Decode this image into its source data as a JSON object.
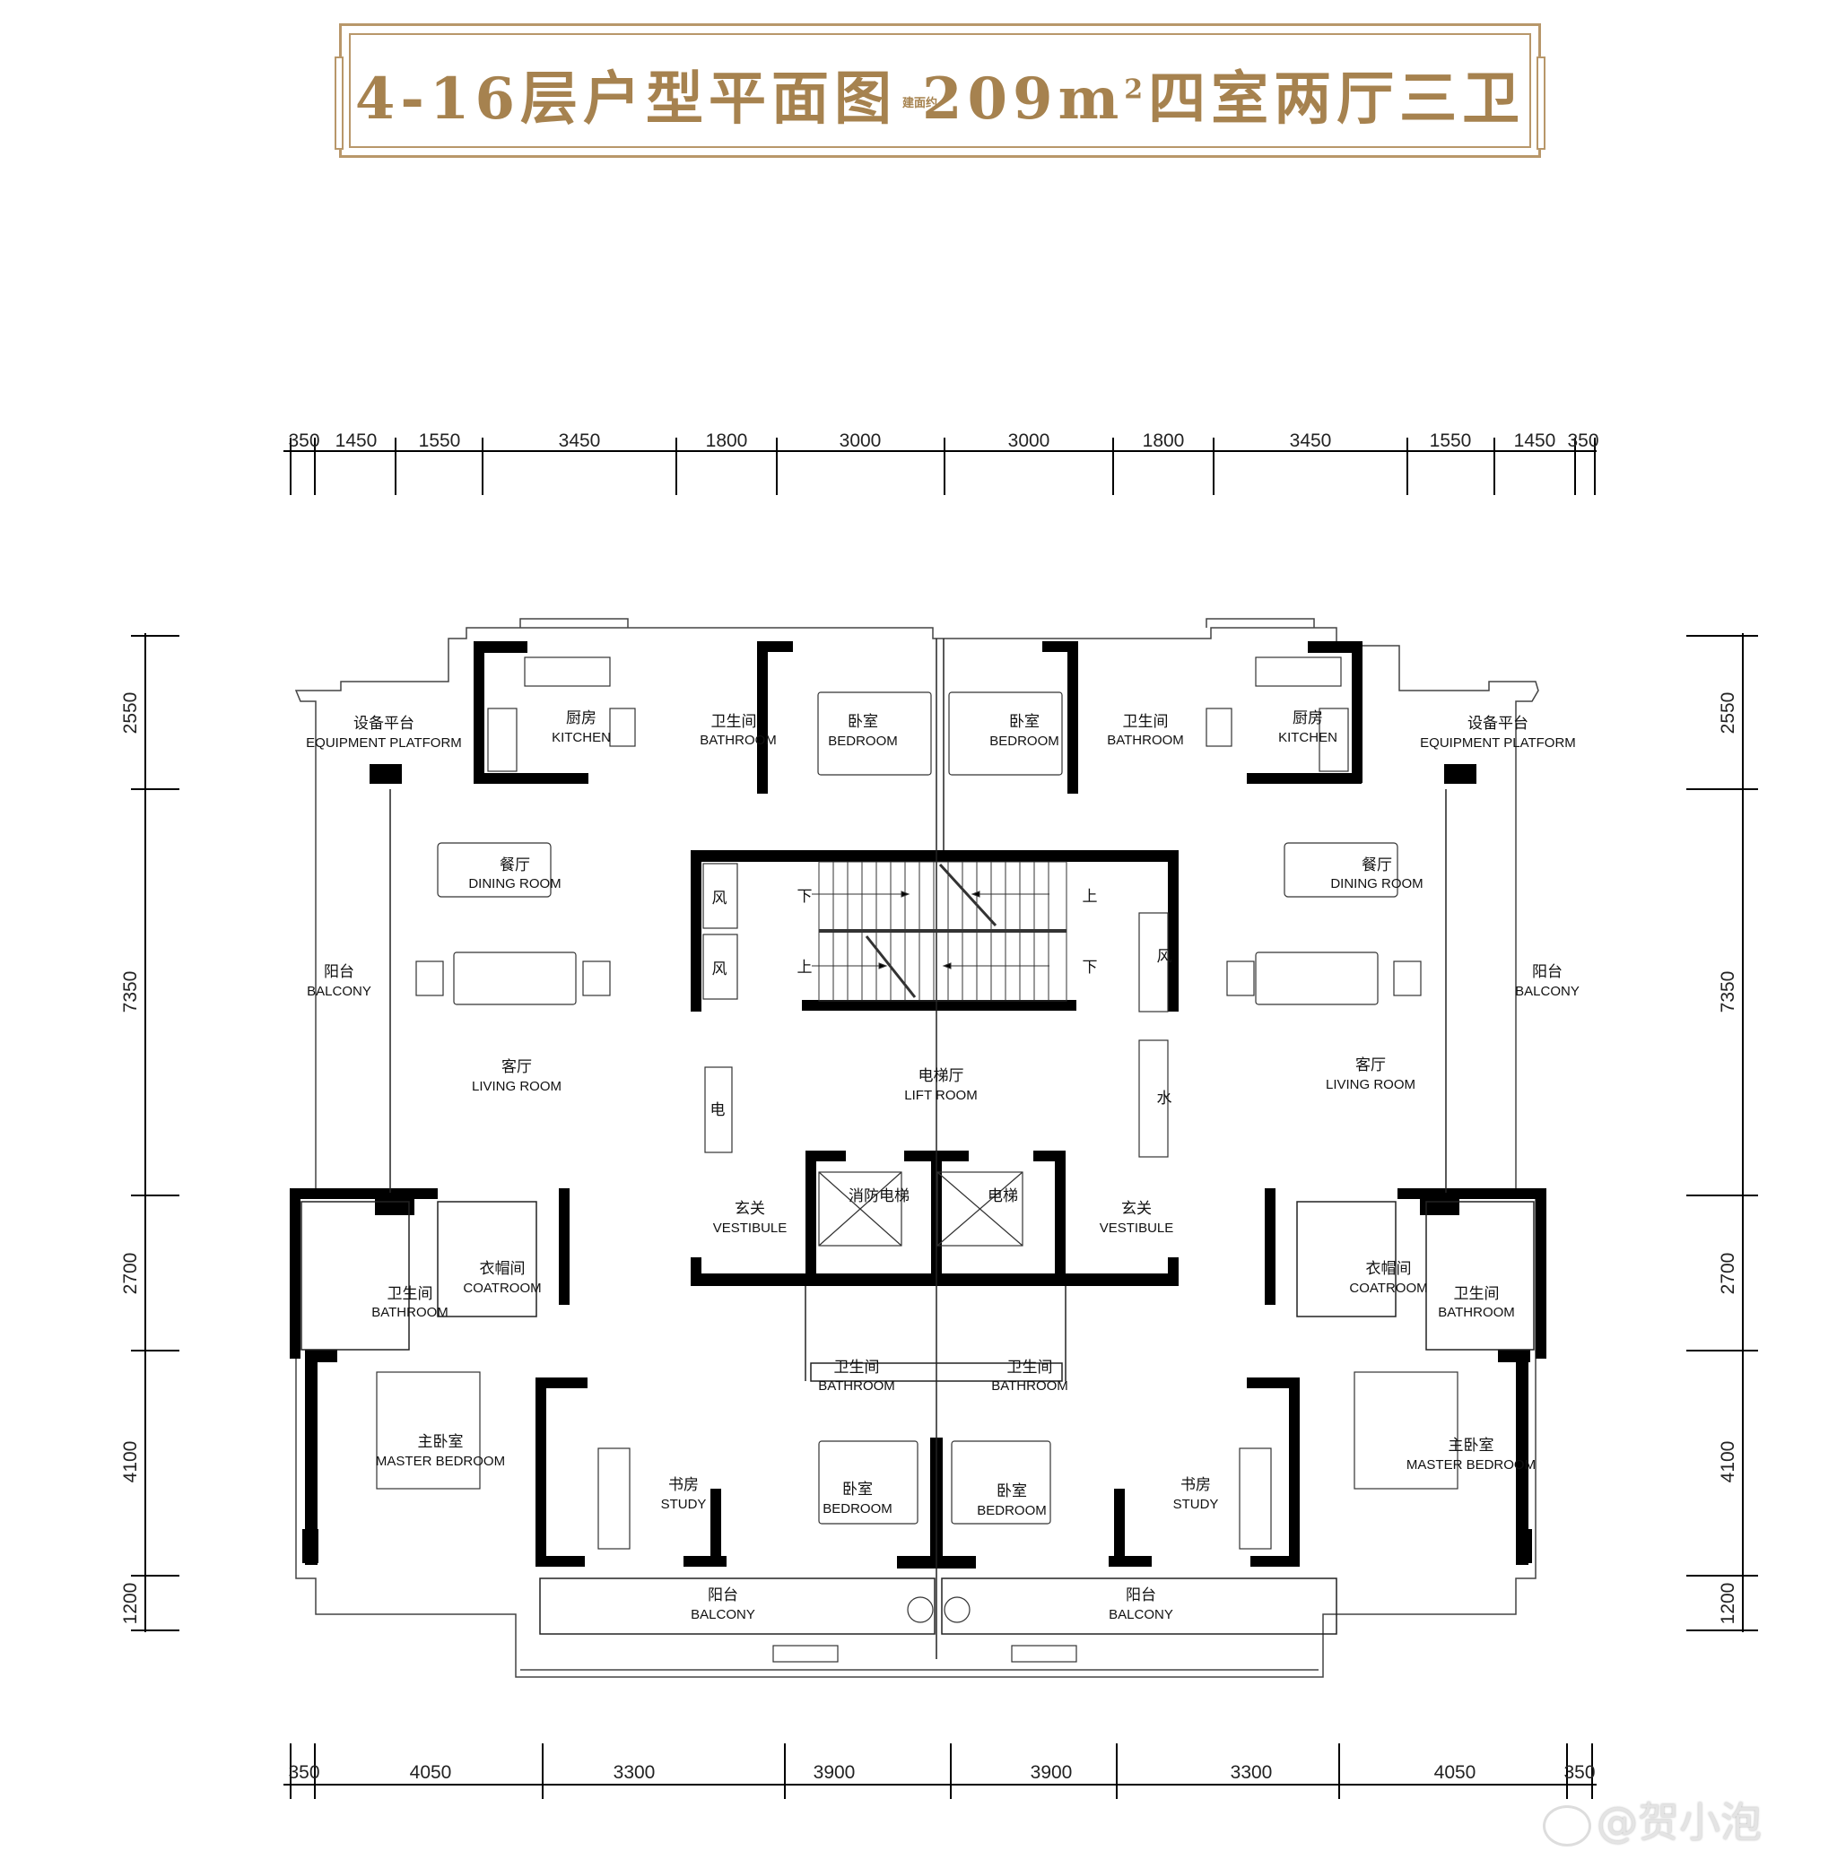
{
  "title": {
    "floors": "4-16层户型平面图",
    "area_prefix": "建面约",
    "area": "209m",
    "area_sup": "2",
    "layout": "四室两厅三卫"
  },
  "colors": {
    "accent_gold": "#a6824f",
    "frame_gold": "#b8976a",
    "wall": "#000000",
    "line": "#333333"
  },
  "dimensions": {
    "top": [
      "350",
      "1450",
      "1550",
      "3450",
      "1800",
      "3000",
      "3000",
      "1800",
      "3450",
      "1550",
      "1450",
      "350"
    ],
    "bottom": [
      "350",
      "4050",
      "3300",
      "3900",
      "3900",
      "3300",
      "4050",
      "350"
    ],
    "left": [
      "2550",
      "7350",
      "2700",
      "4100",
      "1200"
    ],
    "right": [
      "2550",
      "7350",
      "2700",
      "4100",
      "1200"
    ]
  },
  "rooms": {
    "equip_l": {
      "cn": "设备平台",
      "en": "EQUIPMENT  PLATFORM"
    },
    "kitchen_l": {
      "cn": "厨房",
      "en": "KITCHEN"
    },
    "bath_top_l": {
      "cn": "卫生间",
      "en": "BATHROOM"
    },
    "bed_top_l": {
      "cn": "卧室",
      "en": "BEDROOM"
    },
    "bed_top_r": {
      "cn": "卧室",
      "en": "BEDROOM"
    },
    "bath_top_r": {
      "cn": "卫生间",
      "en": "BATHROOM"
    },
    "kitchen_r": {
      "cn": "厨房",
      "en": "KITCHEN"
    },
    "equip_r": {
      "cn": "设备平台",
      "en": "EQUIPMENT  PLATFORM"
    },
    "dining_l": {
      "cn": "餐厅",
      "en": "DINING ROOM"
    },
    "dining_r": {
      "cn": "餐厅",
      "en": "DINING ROOM"
    },
    "balcony_l": {
      "cn": "阳台",
      "en": "BALCONY"
    },
    "balcony_r": {
      "cn": "阳台",
      "en": "BALCONY"
    },
    "living_l": {
      "cn": "客厅",
      "en": "LIVING ROOM"
    },
    "living_r": {
      "cn": "客厅",
      "en": "LIVING ROOM"
    },
    "lift_hall": {
      "cn": "电梯厅",
      "en": "LIFT  ROOM"
    },
    "fire_lift": {
      "cn": "消防电梯"
    },
    "lift": {
      "cn": "电梯"
    },
    "vest_l": {
      "cn": "玄关",
      "en": "VESTIBULE"
    },
    "vest_r": {
      "cn": "玄关",
      "en": "VESTIBULE"
    },
    "coat_l": {
      "cn": "衣帽间",
      "en": "COATROOM"
    },
    "coat_r": {
      "cn": "衣帽间",
      "en": "COATROOM"
    },
    "bath_mid_l": {
      "cn": "卫生间",
      "en": "BATHROOM"
    },
    "bath_mid_r": {
      "cn": "卫生间",
      "en": "BATHROOM"
    },
    "bath_c_l": {
      "cn": "卫生间",
      "en": "BATHROOM"
    },
    "bath_c_r": {
      "cn": "卫生间",
      "en": "BATHROOM"
    },
    "master_l": {
      "cn": "主卧室",
      "en": "MASTER BEDROOM"
    },
    "master_r": {
      "cn": "主卧室",
      "en": "MASTER BEDROOM"
    },
    "study_l": {
      "cn": "书房",
      "en": "STUDY"
    },
    "study_r": {
      "cn": "书房",
      "en": "STUDY"
    },
    "bed_bot_l": {
      "cn": "卧室",
      "en": "BEDROOM"
    },
    "bed_bot_r": {
      "cn": "卧室",
      "en": "BEDROOM"
    },
    "balc_bot_l": {
      "cn": "阳台",
      "en": "BALCONY"
    },
    "balc_bot_r": {
      "cn": "阳台",
      "en": "BALCONY"
    }
  },
  "shafts": {
    "wind": "风",
    "elec": "电",
    "water": "水"
  },
  "stairs": {
    "down": "下",
    "up": "上"
  },
  "watermark": {
    "text": "@贺小泡",
    "icon": "weibo-icon"
  }
}
